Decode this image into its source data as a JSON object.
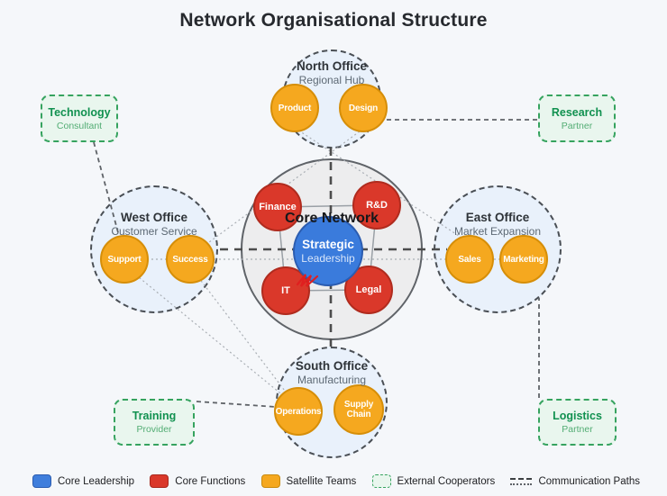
{
  "title": "Network Organisational Structure",
  "core": {
    "label": "Core Network",
    "leadership_line1": "Strategic",
    "leadership_line2": "Leadership",
    "functions": [
      "Finance",
      "R&D",
      "IT",
      "Legal"
    ]
  },
  "satellites": {
    "north": {
      "name": "North Office",
      "subtitle": "Regional Hub",
      "teams": [
        "Product",
        "Design"
      ]
    },
    "west": {
      "name": "West Office",
      "subtitle": "Customer Service",
      "teams": [
        "Support",
        "Success"
      ]
    },
    "east": {
      "name": "East Office",
      "subtitle": "Market Expansion",
      "teams": [
        "Sales",
        "Marketing"
      ]
    },
    "south": {
      "name": "South Office",
      "subtitle": "Manufacturing",
      "teams": [
        "Operations",
        "Supply Chain"
      ]
    }
  },
  "cooperators": {
    "technology": {
      "name": "Technology",
      "role": "Consultant"
    },
    "research": {
      "name": "Research",
      "role": "Partner"
    },
    "training": {
      "name": "Training",
      "role": "Provider"
    },
    "logistics": {
      "name": "Logistics",
      "role": "Partner"
    }
  },
  "legend": {
    "core_leadership": "Core Leadership",
    "core_functions": "Core Functions",
    "satellite_teams": "Satellite Teams",
    "external_cooperators": "External Cooperators",
    "communication_paths": "Communication Paths"
  },
  "colors": {
    "background": "#f5f7fa",
    "core_leadership_blue": "#3a7bdc",
    "core_function_red": "#da382a",
    "satellite_orange": "#f5a81f",
    "cooperator_green": "#36a35f",
    "satellite_fill": "#e9f1fb",
    "core_fill": "#ededee"
  }
}
